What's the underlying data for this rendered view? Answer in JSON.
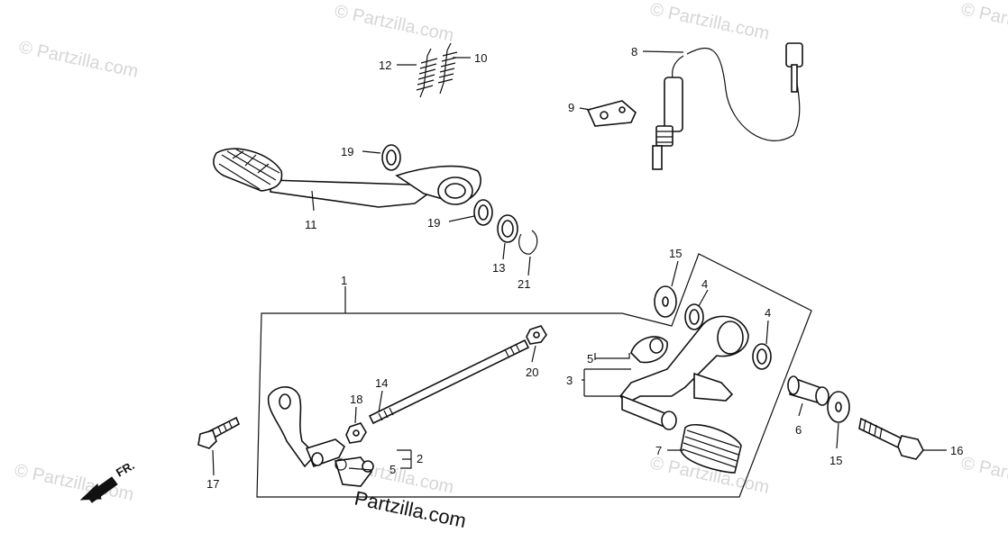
{
  "diagram": {
    "labels": {
      "p1": "1",
      "p2": "2",
      "p3": "3",
      "p4a": "4",
      "p4b": "4",
      "p5a": "5",
      "p5b": "5",
      "p6": "6",
      "p7": "7",
      "p8": "8",
      "p9": "9",
      "p10": "10",
      "p11": "11",
      "p12": "12",
      "p13": "13",
      "p14": "14",
      "p15a": "15",
      "p15b": "15",
      "p16": "16",
      "p17": "17",
      "p18": "18",
      "p19a": "19",
      "p19b": "19",
      "p20": "20",
      "p21": "21"
    },
    "direction_marker": "FR.",
    "brand": "Partzilla.com",
    "watermarks": [
      "© Partzilla.com",
      "© Partzilla.com",
      "© Partzilla.com",
      "© Partzilla.com",
      "© Partzilla.com",
      "© Partzilla.com",
      "© Partzilla.com",
      "© Partzilla.com"
    ]
  }
}
